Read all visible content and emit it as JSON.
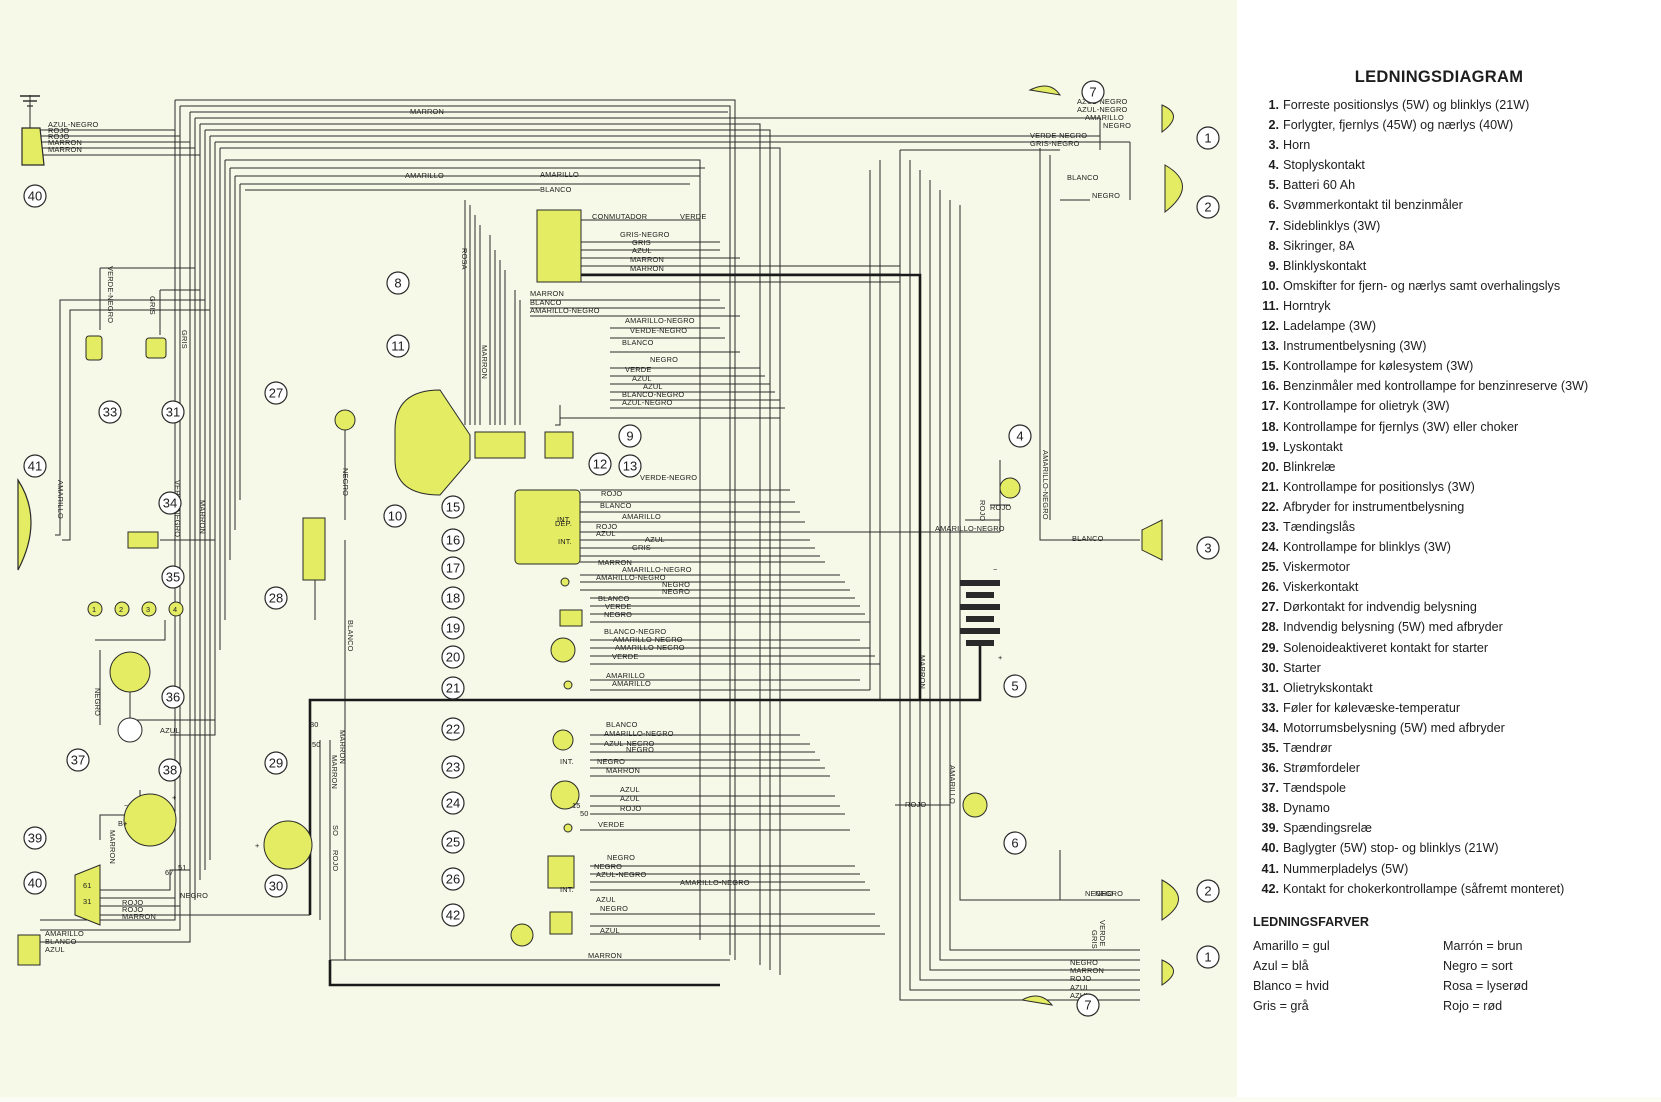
{
  "legend": {
    "title": "LEDNINGSDIAGRAM",
    "items": [
      {
        "num": "1.",
        "text": "Forreste positionslys (5W) og blinklys (21W)"
      },
      {
        "num": "2.",
        "text": "Forlygter, fjernlys (45W) og nærlys (40W)"
      },
      {
        "num": "3.",
        "text": "Horn"
      },
      {
        "num": "4.",
        "text": "Stoplyskontakt"
      },
      {
        "num": "5.",
        "text": "Batteri 60 Ah"
      },
      {
        "num": "6.",
        "text": "Svømmerkontakt til benzinmåler"
      },
      {
        "num": "7.",
        "text": "Sideblinklys (3W)"
      },
      {
        "num": "8.",
        "text": "Sikringer, 8A"
      },
      {
        "num": "9.",
        "text": "Blinklyskontakt"
      },
      {
        "num": "10.",
        "text": "Omskifter for fjern- og nærlys samt overhalingslys"
      },
      {
        "num": "11.",
        "text": "Horntryk"
      },
      {
        "num": "12.",
        "text": "Ladelampe (3W)"
      },
      {
        "num": "13.",
        "text": "Instrumentbelysning (3W)"
      },
      {
        "num": "15.",
        "text": "Kontrollampe for kølesystem (3W)"
      },
      {
        "num": "16.",
        "text": "Benzinmåler med kontrollampe for benzinreserve (3W)"
      },
      {
        "num": "17.",
        "text": "Kontrollampe for olietryk (3W)"
      },
      {
        "num": "18.",
        "text": "Kontrollampe for fjernlys (3W) eller choker"
      },
      {
        "num": "19.",
        "text": "Lyskontakt"
      },
      {
        "num": "20.",
        "text": "Blinkrelæ"
      },
      {
        "num": "21.",
        "text": "Kontrollampe for positionslys (3W)"
      },
      {
        "num": "22.",
        "text": "Afbryder for instrumentbelysning"
      },
      {
        "num": "23.",
        "text": "Tændingslås"
      },
      {
        "num": "24.",
        "text": "Kontrollampe for blinklys (3W)"
      },
      {
        "num": "25.",
        "text": "Viskermotor"
      },
      {
        "num": "26.",
        "text": "Viskerkontakt"
      },
      {
        "num": "27.",
        "text": "Dørkontakt for indvendig belysning"
      },
      {
        "num": "28.",
        "text": "Indvendig belysning (5W) med afbryder"
      },
      {
        "num": "29.",
        "text": "Solenoideaktiveret kontakt for starter"
      },
      {
        "num": "30.",
        "text": "Starter"
      },
      {
        "num": "31.",
        "text": "Olietrykskontakt"
      },
      {
        "num": "33.",
        "text": "Føler for kølevæske-temperatur"
      },
      {
        "num": "34.",
        "text": "Motorrumsbelysning (5W) med afbryder"
      },
      {
        "num": "35.",
        "text": "Tændrør"
      },
      {
        "num": "36.",
        "text": "Strømfordeler"
      },
      {
        "num": "37.",
        "text": "Tændspole"
      },
      {
        "num": "38.",
        "text": "Dynamo"
      },
      {
        "num": "39.",
        "text": "Spændingsrelæ"
      },
      {
        "num": "40.",
        "text": "Baglygter (5W) stop- og blinklys (21W)"
      },
      {
        "num": "41.",
        "text": "Nummerpladelys (5W)"
      },
      {
        "num": "42.",
        "text": "Kontakt for chokerkontrollampe (såfremt monteret)"
      }
    ]
  },
  "wire_colors": {
    "title": "LEDNINGSFARVER",
    "left": [
      "Amarillo = gul",
      "Azul = blå",
      "Blanco = hvid",
      "Gris = grå"
    ],
    "right": [
      "Marrón = brun",
      "Negro = sort",
      "Rosa = lyserød",
      "Rojo = rød"
    ]
  },
  "diagram": {
    "colors": {
      "component_fill": "#e3ec62",
      "component_stroke": "#2a2a2a",
      "wire": "#2a2a2a",
      "background": "#f6f9e8"
    },
    "wire_labels": [
      {
        "id": "w1",
        "text": "AZUL-NEGRO"
      },
      {
        "id": "w2",
        "text": "ROJO"
      },
      {
        "id": "w3",
        "text": "ROJO"
      },
      {
        "id": "w4",
        "text": "MARRON"
      },
      {
        "id": "w5",
        "text": "MARRON"
      },
      {
        "id": "w6",
        "text": "MARRON"
      },
      {
        "id": "w7",
        "text": "AMARILLO"
      },
      {
        "id": "w8",
        "text": "AMARILLO"
      },
      {
        "id": "w9",
        "text": "BLANCO"
      },
      {
        "id": "w10",
        "text": "CONMUTADOR"
      },
      {
        "id": "w11",
        "text": "VERDE"
      },
      {
        "id": "w12",
        "text": "GRIS-NEGRO"
      },
      {
        "id": "w13",
        "text": "GRIS"
      },
      {
        "id": "w14",
        "text": "AZUL"
      },
      {
        "id": "w15",
        "text": "MARRON"
      },
      {
        "id": "w16",
        "text": "MARRON"
      },
      {
        "id": "w17",
        "text": "ROSA"
      },
      {
        "id": "w18",
        "text": "VERDE-NEGRO"
      },
      {
        "id": "w19",
        "text": "GRIS"
      },
      {
        "id": "w20",
        "text": "MARRON"
      },
      {
        "id": "w21",
        "text": "BLANCO"
      },
      {
        "id": "w22",
        "text": "AMARILLO-NEGRO"
      },
      {
        "id": "w23",
        "text": "AMARILLO-NEGRO"
      },
      {
        "id": "w24",
        "text": "VERDE-NEGRO"
      },
      {
        "id": "w25",
        "text": "BLANCO"
      },
      {
        "id": "w26",
        "text": "NEGRO"
      },
      {
        "id": "w27",
        "text": "VERDE"
      },
      {
        "id": "w28",
        "text": "AZUL"
      },
      {
        "id": "w29",
        "text": "AZUL"
      },
      {
        "id": "w30",
        "text": "BLANCO-NEGRO"
      },
      {
        "id": "w31",
        "text": "AZUL-NEGRO"
      },
      {
        "id": "w32",
        "text": "MARRON"
      },
      {
        "id": "w33",
        "text": "NEGRO"
      },
      {
        "id": "w34",
        "text": "VERDE-NEGRO"
      },
      {
        "id": "w35",
        "text": "ROJO"
      },
      {
        "id": "w36",
        "text": "BLANCO"
      },
      {
        "id": "w37",
        "text": "AMARILLO"
      },
      {
        "id": "w38",
        "text": "ROJO"
      },
      {
        "id": "w39",
        "text": "AZUL"
      },
      {
        "id": "w40",
        "text": "AZUL"
      },
      {
        "id": "w41",
        "text": "GRIS"
      },
      {
        "id": "w42",
        "text": "MARRON"
      },
      {
        "id": "w43",
        "text": "AMARILLO-NEGRO"
      },
      {
        "id": "w44",
        "text": "AMARILLO-NEGRO"
      },
      {
        "id": "w45",
        "text": "NEGRO"
      },
      {
        "id": "w46",
        "text": "NEGRO"
      },
      {
        "id": "w47",
        "text": "BLANCO"
      },
      {
        "id": "w48",
        "text": "VERDE"
      },
      {
        "id": "w49",
        "text": "NEGRO"
      },
      {
        "id": "w50",
        "text": "BLANCO-NEGRO"
      },
      {
        "id": "w51",
        "text": "AMARILLO-NEGRO"
      },
      {
        "id": "w52",
        "text": "AMARILLO-NEGRO"
      },
      {
        "id": "w53",
        "text": "VERDE"
      },
      {
        "id": "w54",
        "text": "AMARILLO"
      },
      {
        "id": "w55",
        "text": "AMARILLO"
      },
      {
        "id": "w56",
        "text": "BLANCO"
      },
      {
        "id": "w57",
        "text": "AMARILLO-NEGRO"
      },
      {
        "id": "w58",
        "text": "AZUL-NEGRO"
      },
      {
        "id": "w59",
        "text": "NEGRO"
      },
      {
        "id": "w60",
        "text": "INT."
      },
      {
        "id": "w61",
        "text": "NEGRO"
      },
      {
        "id": "w62",
        "text": "MARRON"
      },
      {
        "id": "w63",
        "text": "AZUL"
      },
      {
        "id": "w64",
        "text": "AZUL"
      },
      {
        "id": "w65",
        "text": "ROJO"
      },
      {
        "id": "w66",
        "text": "VERDE"
      },
      {
        "id": "w67",
        "text": "NEGRO"
      },
      {
        "id": "w68",
        "text": "NEGRO"
      },
      {
        "id": "w69",
        "text": "AZUL-NEGRO"
      },
      {
        "id": "w70",
        "text": "AMARILLO-NEGRO"
      },
      {
        "id": "w71",
        "text": "INT."
      },
      {
        "id": "w72",
        "text": "AZUL"
      },
      {
        "id": "w73",
        "text": "NEGRO"
      },
      {
        "id": "w74",
        "text": "AZUL"
      },
      {
        "id": "w75",
        "text": "MARRON"
      },
      {
        "id": "w76",
        "text": "NEGRO"
      },
      {
        "id": "w77",
        "text": "ROJO"
      },
      {
        "id": "w78",
        "text": "ROJO"
      },
      {
        "id": "w79",
        "text": "MARRON"
      },
      {
        "id": "w80",
        "text": "AMARILLO"
      },
      {
        "id": "w81",
        "text": "BLANCO"
      },
      {
        "id": "w82",
        "text": "AZUL"
      },
      {
        "id": "w83",
        "text": "AZUL"
      },
      {
        "id": "w84",
        "text": "VERDE-NEGRO"
      },
      {
        "id": "w85",
        "text": "GRIS"
      },
      {
        "id": "w86",
        "text": "MARRON"
      },
      {
        "id": "w87",
        "text": "AMARILLO"
      },
      {
        "id": "w88",
        "text": "NEGRO"
      },
      {
        "id": "w89",
        "text": "BLANCO"
      },
      {
        "id": "w90",
        "text": "MARRON"
      },
      {
        "id": "w91",
        "text": "ROJO"
      },
      {
        "id": "w92",
        "text": "AZUL-NEGRO"
      },
      {
        "id": "w93",
        "text": "AZUL-NEGRO"
      },
      {
        "id": "w94",
        "text": "AMARILLO"
      },
      {
        "id": "w95",
        "text": "NEGRO"
      },
      {
        "id": "w96",
        "text": "VERDE-NEGRO"
      },
      {
        "id": "w97",
        "text": "GRIS-NEGRO"
      },
      {
        "id": "w98",
        "text": "NEGRO"
      },
      {
        "id": "w99",
        "text": "BLANCO"
      },
      {
        "id": "w100",
        "text": "AMARILLO-NEGRO"
      },
      {
        "id": "w101",
        "text": "ROJO"
      },
      {
        "id": "w102",
        "text": "AMARILLO-NEGRO"
      },
      {
        "id": "w103",
        "text": "MARRON"
      },
      {
        "id": "w104",
        "text": "AMARILLO"
      },
      {
        "id": "w105",
        "text": "ROJO"
      },
      {
        "id": "w106",
        "text": "NEGRO"
      },
      {
        "id": "w107",
        "text": "GRIS"
      },
      {
        "id": "w108",
        "text": "VERDE"
      },
      {
        "id": "w109",
        "text": "NEGRO"
      },
      {
        "id": "w110",
        "text": "MARRON"
      },
      {
        "id": "w111",
        "text": "ROJO"
      },
      {
        "id": "w112",
        "text": "AZUL"
      },
      {
        "id": "w113",
        "text": "AZUL"
      },
      {
        "id": "w114",
        "text": "NEGRO"
      },
      {
        "id": "w115",
        "text": "MARRON"
      },
      {
        "id": "w116",
        "text": "SO"
      },
      {
        "id": "w117",
        "text": "ROJO"
      },
      {
        "id": "w118",
        "text": "BLANCO"
      },
      {
        "id": "w119",
        "text": "MARRON"
      }
    ],
    "callouts": [
      {
        "id": "c1a",
        "text": "1"
      },
      {
        "id": "c2a",
        "text": "2"
      },
      {
        "id": "c3",
        "text": "3"
      },
      {
        "id": "c4",
        "text": "4"
      },
      {
        "id": "c5",
        "text": "5"
      },
      {
        "id": "c6",
        "text": "6"
      },
      {
        "id": "c7a",
        "text": "7"
      },
      {
        "id": "c8",
        "text": "8"
      },
      {
        "id": "c9",
        "text": "9"
      },
      {
        "id": "c10",
        "text": "10"
      },
      {
        "id": "c11",
        "text": "11"
      },
      {
        "id": "c12",
        "text": "12"
      },
      {
        "id": "c13",
        "text": "13"
      },
      {
        "id": "c15",
        "text": "15"
      },
      {
        "id": "c16",
        "text": "16"
      },
      {
        "id": "c17",
        "text": "17"
      },
      {
        "id": "c18",
        "text": "18"
      },
      {
        "id": "c19",
        "text": "19"
      },
      {
        "id": "c20",
        "text": "20"
      },
      {
        "id": "c21",
        "text": "21"
      },
      {
        "id": "c22",
        "text": "22"
      },
      {
        "id": "c23",
        "text": "23"
      },
      {
        "id": "c24",
        "text": "24"
      },
      {
        "id": "c25",
        "text": "25"
      },
      {
        "id": "c26",
        "text": "26"
      },
      {
        "id": "c27",
        "text": "27"
      },
      {
        "id": "c28",
        "text": "28"
      },
      {
        "id": "c29",
        "text": "29"
      },
      {
        "id": "c30",
        "text": "30"
      },
      {
        "id": "c31",
        "text": "31"
      },
      {
        "id": "c33",
        "text": "33"
      },
      {
        "id": "c34",
        "text": "34"
      },
      {
        "id": "c35",
        "text": "35"
      },
      {
        "id": "c36",
        "text": "36"
      },
      {
        "id": "c37",
        "text": "37"
      },
      {
        "id": "c38",
        "text": "38"
      },
      {
        "id": "c39",
        "text": "39"
      },
      {
        "id": "c40a",
        "text": "40"
      },
      {
        "id": "c40b",
        "text": "40"
      },
      {
        "id": "c41",
        "text": "41"
      },
      {
        "id": "c42",
        "text": "42"
      },
      {
        "id": "c1b",
        "text": "1"
      },
      {
        "id": "c2b",
        "text": "2"
      },
      {
        "id": "c7b",
        "text": "7"
      }
    ],
    "terminal_marks": [
      {
        "id": "t1",
        "text": "INT."
      },
      {
        "id": "t2",
        "text": "DEP."
      },
      {
        "id": "t3",
        "text": "INT."
      },
      {
        "id": "t4",
        "text": "15"
      },
      {
        "id": "t5",
        "text": "50"
      },
      {
        "id": "t6",
        "text": "30"
      },
      {
        "id": "t7",
        "text": "50"
      },
      {
        "id": "t8",
        "text": "51"
      },
      {
        "id": "t9",
        "text": "67"
      },
      {
        "id": "t10",
        "text": "B+"
      },
      {
        "id": "t11",
        "text": "61"
      },
      {
        "id": "t12",
        "text": "31"
      },
      {
        "id": "t13",
        "text": "+"
      },
      {
        "id": "t14",
        "text": "−"
      },
      {
        "id": "t15",
        "text": "+"
      },
      {
        "id": "t16",
        "text": "+"
      },
      {
        "id": "t17",
        "text": "−"
      }
    ],
    "plug_labels": [
      {
        "id": "p1",
        "text": "1"
      },
      {
        "id": "p2",
        "text": "2"
      },
      {
        "id": "p3",
        "text": "3"
      },
      {
        "id": "p4",
        "text": "4"
      }
    ]
  }
}
